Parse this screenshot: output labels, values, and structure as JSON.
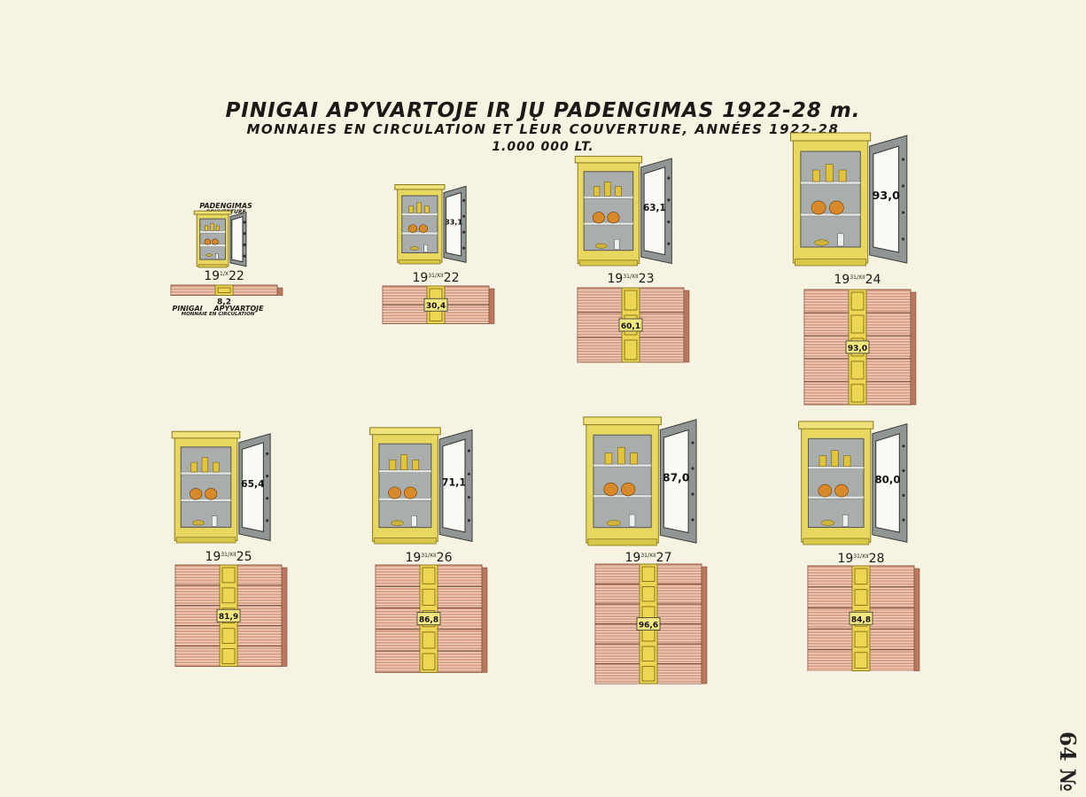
{
  "title_lt": "PINIGAI APYVARTOJE IR JŲ PADENGIMAS 1922-28 m.",
  "title_fr": "MONNAIES EN CIRCULATION ET LEUR COUVERTURE, ANNÉES 1922-28",
  "unit": "1.000 000 LT.",
  "legend": {
    "coverage_lt": "PADENGIMAS",
    "coverage_fr": "COUVERTURE",
    "money_lt": "PINIGAI APYVARTOJE",
    "money_fr": "MONNAIE EN CIRCULATION"
  },
  "page_number": "64 №",
  "colors": {
    "paper": "#f7f3e2",
    "safe_gold": "#e8d860",
    "safe_interior": "#a9adab",
    "door_grey": "#8f9694",
    "banknote_pink": "#d9a087",
    "banknote_band": "#ecd654",
    "ink": "#1c1a16"
  },
  "chart_data": {
    "type": "pictogram",
    "title": "PINIGAI APYVARTOJE IR JŲ PADENGIMAS 1922-28 m.",
    "subtitle": "MONNAIES EN CIRCULATION ET LEUR COUVERTURE, ANNÉES 1922-28",
    "unit": "1.000 000 LT.",
    "categories": [
      "19 1/X 22",
      "19 31/XII 22",
      "19 31/XII 23",
      "19 31/XII 24",
      "19 31/XII 25",
      "19 31/XII 26",
      "19 31/XII 27",
      "19 31/XII 28"
    ],
    "category_labels": [
      {
        "year": "19",
        "sup": "1/X",
        "tail": "22"
      },
      {
        "year": "19",
        "sup": "31/XII",
        "tail": "22"
      },
      {
        "year": "19",
        "sup": "31/XII",
        "tail": "23"
      },
      {
        "year": "19",
        "sup": "31/XII",
        "tail": "24"
      },
      {
        "year": "19",
        "sup": "31/XII",
        "tail": "25"
      },
      {
        "year": "19",
        "sup": "31/XII",
        "tail": "26"
      },
      {
        "year": "19",
        "sup": "31/XII",
        "tail": "27"
      },
      {
        "year": "19",
        "sup": "31/XII",
        "tail": "28"
      }
    ],
    "series": [
      {
        "name": "PADENGIMAS / COUVERTURE",
        "icon": "safe-icon",
        "values": [
          null,
          33.1,
          63.1,
          93.0,
          65.4,
          71.1,
          87.0,
          80.0
        ],
        "labels": [
          "",
          "33,1",
          "63,1",
          "93,0",
          "65,4",
          "71,1",
          "87,0",
          "80,0"
        ]
      },
      {
        "name": "PINIGAI APYVARTOJE / MONNAIE EN CIRCULATION",
        "icon": "banknote-stack-icon",
        "values": [
          8.2,
          30.4,
          60.1,
          93.0,
          81.9,
          86.8,
          96.6,
          84.8
        ],
        "labels": [
          "8,2",
          "30,4",
          "60,1",
          "93,0",
          "81,9",
          "86,8",
          "96,6",
          "84,8"
        ]
      }
    ]
  }
}
